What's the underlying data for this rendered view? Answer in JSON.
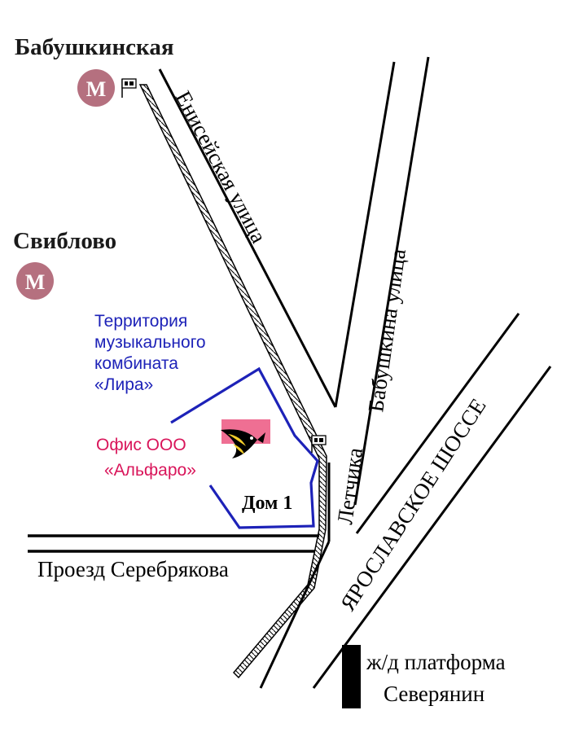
{
  "colors": {
    "metro_badge": "#b5707f",
    "territory_outline": "#1d22b8",
    "office_label": "#d9155a",
    "office_marker": "#ef6f93",
    "road": "#000000"
  },
  "stations": {
    "babushkinskaya": {
      "name": "Бабушкинская",
      "symbol": "M"
    },
    "sviblovo": {
      "name": "Свиблово",
      "symbol": "M"
    }
  },
  "streets": {
    "eniseyskaya": "Енисейская улица",
    "babushkina": "Бабушкина улица",
    "letchika": "Летчика",
    "yaroslavskoe": "ЯРОСЛАВСКОЕ ШОССЕ",
    "serebryakova": "Проезд Серебрякова"
  },
  "territory": {
    "line1": "Территория",
    "line2": "музыкального",
    "line3": "комбината",
    "line4": "«Лира»"
  },
  "office": {
    "line1": "Офис ООО",
    "line2": "«Альфаро»",
    "logo_icon": "fish-logo-icon"
  },
  "building": "Дом 1",
  "railway": {
    "line1": "ж/д платформа",
    "line2": "Северянин"
  }
}
